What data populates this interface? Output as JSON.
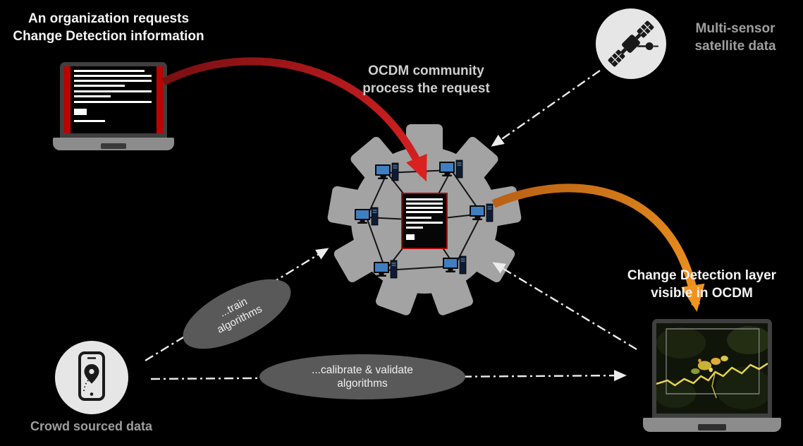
{
  "nodes": {
    "organization": {
      "icon": "laptop-request-form-icon",
      "lines": [
        "An organization requests",
        "Change Detection information"
      ]
    },
    "ocdm": {
      "icon": "gear-computer-network-icon",
      "lines": [
        "OCDM community",
        "process the request"
      ]
    },
    "satellite": {
      "icon": "satellite-icon",
      "lines": [
        "Multi-sensor",
        "satellite  data"
      ]
    },
    "crowd": {
      "icon": "smartphone-location-pin-icon",
      "label": "Crowd sourced data"
    },
    "output": {
      "icon": "laptop-change-detection-map-icon",
      "lines": [
        "Change Detection layer",
        "visible in OCDM"
      ]
    }
  },
  "process_notes": {
    "train": {
      "lines": [
        "...train",
        "algorithms"
      ]
    },
    "calibrate": {
      "lines": [
        "...calibrate & validate",
        "algorithms"
      ]
    }
  },
  "colors": {
    "background": "#000000",
    "request_arrow": "#C00000",
    "output_arrow": "#ED7D31",
    "gear": "#A3A3A3",
    "note_ellipse": "#595959",
    "badge_circle": "#E6E6E6",
    "label_white": "#F5F5F5",
    "label_gray": "#9E9E9E",
    "dash_arrow": "#ECECEC",
    "document_border": "#B30000"
  }
}
